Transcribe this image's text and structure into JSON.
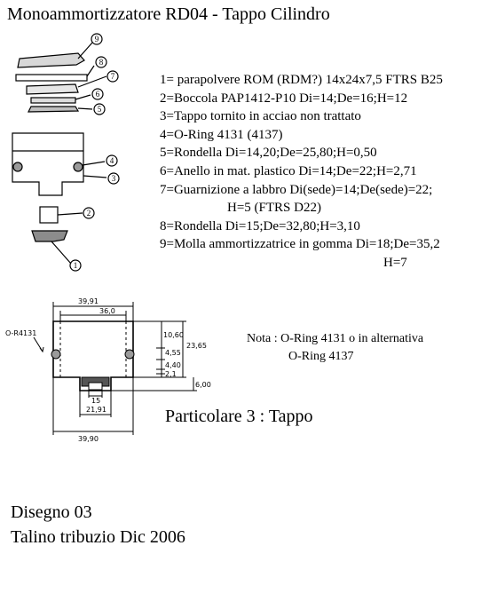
{
  "title": "Monoammortizzatore RD04 - Tappo Cilindro",
  "legend": [
    "1= parapolvere ROM (RDM?) 14x24x7,5 FTRS B25",
    "2=Boccola PAP1412-P10 Di=14;De=16;H=12",
    "3=Tappo tornito in acciao non trattato",
    "4=O-Ring 4131 (4137)",
    "5=Rondella Di=14,20;De=25,80;H=0,50",
    "6=Anello in mat. plastico Di=14;De=22;H=2,71",
    "7=Guarnizione a labbro Di(sede)=14;De(sede)=22;",
    "H=5 (FTRS D22)",
    "8=Rondella Di=15;De=32,80;H=3,10",
    "9=Molla ammortizzatrice in gomma Di=18;De=35,2",
    "H=7"
  ],
  "exploded_view": {
    "callouts": [
      "9",
      "8",
      "7",
      "6",
      "5",
      "4",
      "3",
      "2",
      "1"
    ]
  },
  "detail_drawing": {
    "oring_label": "O-R4131",
    "dims": {
      "top_outer": "39,91",
      "top_inner": "36,0",
      "right_total": "23,65",
      "right_a": "10,60",
      "right_b": "4,55",
      "right_c": "4,40",
      "right_d": "2,1",
      "right_e": "6,00",
      "bottom_small": "15",
      "bottom_mid": "21,91",
      "bottom_outer": "39,90"
    }
  },
  "nota": {
    "line1": "Nota : O-Ring 4131 o in alternativa",
    "line2": "O-Ring 4137"
  },
  "caption": "Particolare 3 : Tappo",
  "footer": {
    "drawing": "Disegno 03",
    "author": "Talino tribuzio Dic 2006"
  }
}
